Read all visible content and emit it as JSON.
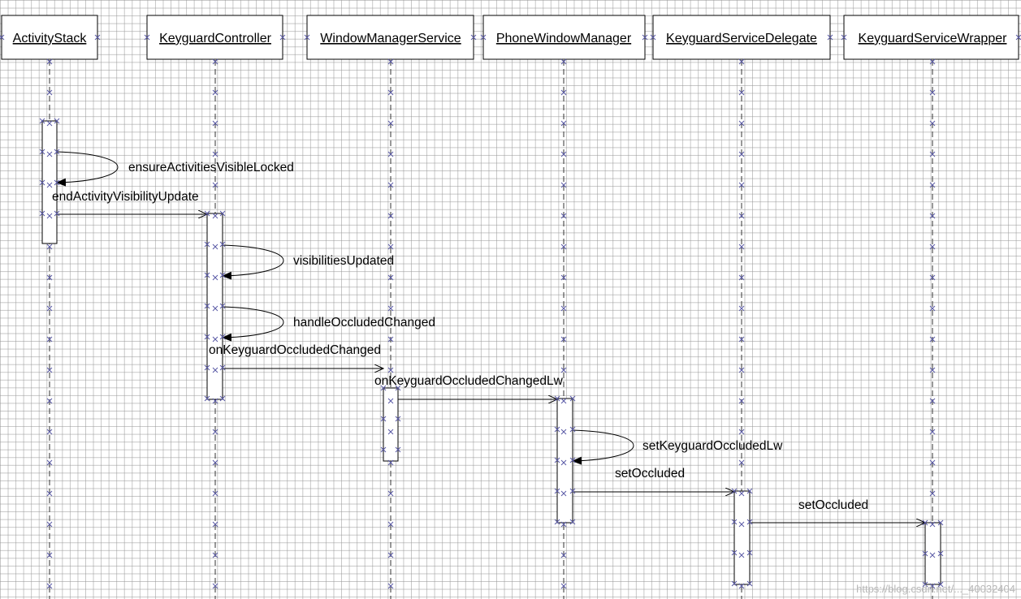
{
  "lifelines": [
    {
      "id": "activitystack",
      "name": "ActivityStack"
    },
    {
      "id": "keyguardcontroller",
      "name": "KeyguardController"
    },
    {
      "id": "windowmanagerservice",
      "name": "WindowManagerService"
    },
    {
      "id": "phonewindowmanager",
      "name": "PhoneWindowManager"
    },
    {
      "id": "keyguardservicedelegate",
      "name": "KeyguardServiceDelegate"
    },
    {
      "id": "keyguardservicewrapper",
      "name": "KeyguardServiceWrapper"
    }
  ],
  "messages": [
    {
      "label": "ensureActivitiesVisibleLocked",
      "from": "activitystack",
      "to": "activitystack",
      "self": true
    },
    {
      "label": "endActivityVisibilityUpdate",
      "from": "activitystack",
      "to": "keyguardcontroller",
      "self": false
    },
    {
      "label": "visibilitiesUpdated",
      "from": "keyguardcontroller",
      "to": "keyguardcontroller",
      "self": true
    },
    {
      "label": "handleOccludedChanged",
      "from": "keyguardcontroller",
      "to": "keyguardcontroller",
      "self": true
    },
    {
      "label": "onKeyguardOccludedChanged",
      "from": "keyguardcontroller",
      "to": "windowmanagerservice",
      "self": false
    },
    {
      "label": "onKeyguardOccludedChangedLw",
      "from": "windowmanagerservice",
      "to": "phonewindowmanager",
      "self": false
    },
    {
      "label": "setKeyguardOccludedLw",
      "from": "phonewindowmanager",
      "to": "phonewindowmanager",
      "self": true
    },
    {
      "label": "setOccluded",
      "from": "phonewindowmanager",
      "to": "keyguardservicedelegate",
      "self": false
    },
    {
      "label": "setOccluded",
      "from": "keyguardservicedelegate",
      "to": "keyguardservicewrapper",
      "self": false
    }
  ],
  "watermark": "https://blog.csdn.net/..._40032404"
}
